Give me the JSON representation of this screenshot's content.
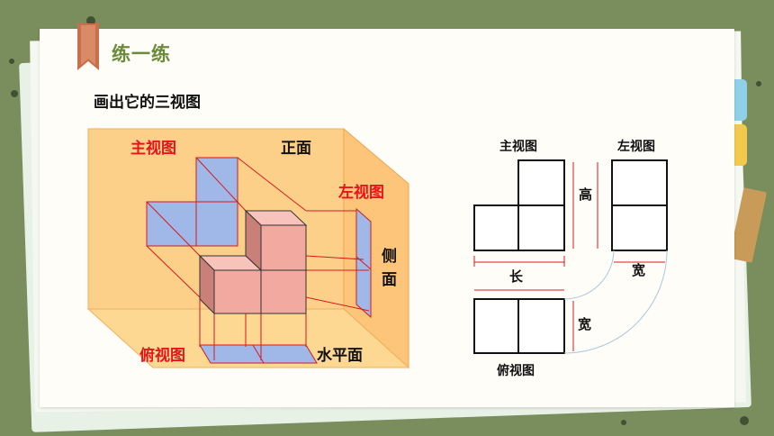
{
  "title": "练一练",
  "subtitle": "画出它的三视图",
  "left_diagram": {
    "front_view_label": "主视图",
    "front_plane_label": "正面",
    "left_view_label": "左视图",
    "side_plane_label_1": "侧",
    "side_plane_label_2": "面",
    "top_view_label": "俯视图",
    "horizontal_plane_label": "水平面"
  },
  "three_views": {
    "front_view_label": "主视图",
    "left_view_label": "左视图",
    "top_view_label": "俯视图",
    "height_label": "高",
    "length_label": "长",
    "width_label_right": "宽",
    "width_label_bottom": "宽"
  },
  "colors": {
    "background": "#7a8d5c",
    "title_green": "#6b8a3a",
    "label_red": "#e8141c",
    "projection_red": "#d7191c",
    "plane_orange": "#fdd08a",
    "view_blue": "#9fb8e8",
    "cube_pink": "#f2a9a0"
  }
}
